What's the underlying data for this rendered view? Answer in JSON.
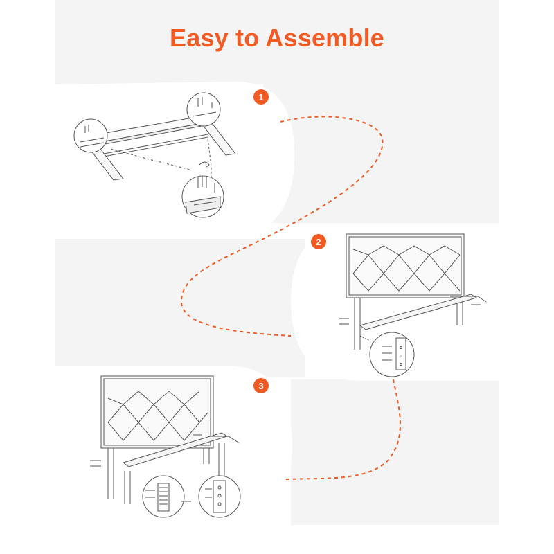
{
  "title": "Easy to Assemble",
  "steps": [
    {
      "number": "1"
    },
    {
      "number": "2"
    },
    {
      "number": "3"
    }
  ],
  "colors": {
    "accent": "#f15a22",
    "panel": "#f4f4f4",
    "line": "#555555"
  }
}
